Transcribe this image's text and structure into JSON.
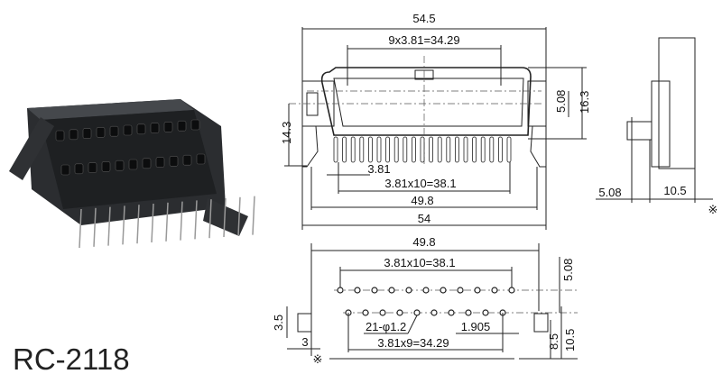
{
  "title": "RC-2118",
  "front_view": {
    "overall_width": "54.5",
    "pitch_top_row": "9x3.81=34.29",
    "row_spacing": "5.08",
    "height": "16.3",
    "pin_height": "14.3",
    "pitch": "3.81",
    "pitch_bottom_row": "3.81x10=38.1",
    "mount_width": "49.8",
    "base_width": "54"
  },
  "side_view": {
    "offset": "5.08",
    "depth": "10.5",
    "reference_mark": "※"
  },
  "footprint": {
    "mount_width": "49.8",
    "pitch_row1": "3.81x10=38.1",
    "row_spacing": "5.08",
    "peg_height": "3.5",
    "peg_width": "3",
    "hole_spec": "21-φ1.2",
    "stagger": "1.905",
    "pitch_row2": "3.81x9=34.29",
    "edge_distance_1": "8.5",
    "edge_distance_2": "10.5",
    "reference_mark": "※"
  }
}
